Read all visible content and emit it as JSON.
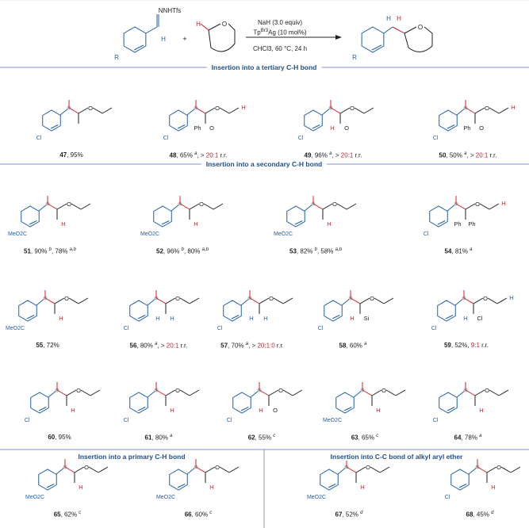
{
  "scheme": {
    "reagent1_label": "NNHTfs",
    "reagent1_h": "H",
    "r_label": "R",
    "plus": "+",
    "reagent2_h": "H",
    "o_label": "O",
    "conditions_line1": "NaH (3.0 equiv)",
    "conditions_line2_pre": "Tp",
    "conditions_line2_sup": "Br3",
    "conditions_line2_post": "Ag (10 mol%)",
    "conditions_line3": "CHCl3, 60 °C, 24 h",
    "product_h1": "H",
    "product_h2": "H"
  },
  "sections": {
    "tertiary": "Insertion into a tertiary C-H bond",
    "secondary": "Insertion into a secondary C-H bond",
    "primary": "Insertion into a primary C-H bond",
    "cc": "Insertion into C-C bond of alkyl aryl ether"
  },
  "colors": {
    "aryl": "#1f5fa8",
    "bond_h": "#d0202a",
    "rule": "#8a8fd0",
    "text": "#222222"
  },
  "compounds": [
    {
      "sub": "Cl",
      "labels": [
        "O"
      ],
      "parts": [
        [
          "b",
          "47"
        ],
        [
          "t",
          ", 95%"
        ]
      ]
    },
    {
      "sub": "Cl",
      "labels": [
        "O",
        "O",
        "Ph",
        "H"
      ],
      "parts": [
        [
          "b",
          "48"
        ],
        [
          "t",
          ", 65% "
        ],
        [
          "sup",
          "a"
        ],
        [
          "t",
          ", > "
        ],
        [
          "red",
          "20:1"
        ],
        [
          "t",
          " r.r."
        ]
      ]
    },
    {
      "sub": "Cl",
      "labels": [
        "O",
        "O",
        "H"
      ],
      "parts": [
        [
          "b",
          "49"
        ],
        [
          "t",
          ", 96% "
        ],
        [
          "sup",
          "a"
        ],
        [
          "t",
          ", > "
        ],
        [
          "red",
          "20:1"
        ],
        [
          "t",
          " r.r."
        ]
      ]
    },
    {
      "sub": "Cl",
      "labels": [
        "O",
        "O",
        "Ph",
        "H"
      ],
      "parts": [
        [
          "b",
          "50"
        ],
        [
          "t",
          ", 50% "
        ],
        [
          "sup",
          "a"
        ],
        [
          "t",
          ", > "
        ],
        [
          "red",
          "20:1"
        ],
        [
          "t",
          " r.r."
        ]
      ]
    },
    {
      "sub": "MeO2C",
      "labels": [
        "O",
        "H"
      ],
      "parts": [
        [
          "b",
          "51"
        ],
        [
          "t",
          ", 90% "
        ],
        [
          "sup",
          "b"
        ],
        [
          "t",
          ", 78% "
        ],
        [
          "sup",
          "a,b"
        ]
      ]
    },
    {
      "sub": "MeO2C",
      "labels": [
        "O",
        "H"
      ],
      "parts": [
        [
          "b",
          "52"
        ],
        [
          "t",
          ", 96% "
        ],
        [
          "sup",
          "b"
        ],
        [
          "t",
          ", 80% "
        ],
        [
          "sup",
          "a,b"
        ]
      ]
    },
    {
      "sub": "MeO2C",
      "labels": [
        "O",
        "H"
      ],
      "parts": [
        [
          "b",
          "53"
        ],
        [
          "t",
          ", 82% "
        ],
        [
          "sup",
          "b"
        ],
        [
          "t",
          ", 58% "
        ],
        [
          "sup",
          "a,b"
        ]
      ]
    },
    {
      "sub": "Cl",
      "labels": [
        "O",
        "Ph",
        "Ph",
        "H"
      ],
      "parts": [
        [
          "b",
          "54"
        ],
        [
          "t",
          ", 81% "
        ],
        [
          "sup",
          "a"
        ]
      ]
    },
    {
      "sub": "MeO2C",
      "labels": [
        "O",
        "H"
      ],
      "parts": [
        [
          "b",
          "55"
        ],
        [
          "t",
          ", 72%"
        ]
      ]
    },
    {
      "sub": "Cl",
      "labels": [
        "O",
        "H",
        "H"
      ],
      "parts": [
        [
          "b",
          "56"
        ],
        [
          "t",
          ", 80% "
        ],
        [
          "sup",
          "a"
        ],
        [
          "t",
          ", > "
        ],
        [
          "red",
          "20:1"
        ],
        [
          "t",
          " r.r."
        ]
      ]
    },
    {
      "sub": "Cl",
      "labels": [
        "O",
        "H",
        "H"
      ],
      "parts": [
        [
          "b",
          "57"
        ],
        [
          "t",
          ", 70% "
        ],
        [
          "sup",
          "a"
        ],
        [
          "t",
          ", > "
        ],
        [
          "red",
          "20:1:0"
        ],
        [
          "t",
          " r.r."
        ]
      ]
    },
    {
      "sub": "Cl",
      "labels": [
        "O",
        "Si",
        "H"
      ],
      "parts": [
        [
          "b",
          "58"
        ],
        [
          "t",
          ", 60% "
        ],
        [
          "sup",
          "a"
        ]
      ]
    },
    {
      "sub": "Cl",
      "labels": [
        "O",
        "Cl",
        "H",
        "H"
      ],
      "parts": [
        [
          "b",
          "59"
        ],
        [
          "t",
          ", 52%, "
        ],
        [
          "red",
          "9:1"
        ],
        [
          "t",
          " r.r."
        ]
      ]
    },
    {
      "sub": "Cl",
      "labels": [
        "O",
        "H"
      ],
      "parts": [
        [
          "b",
          "60"
        ],
        [
          "t",
          ", 95%"
        ]
      ]
    },
    {
      "sub": "Cl",
      "labels": [
        "O",
        "H"
      ],
      "parts": [
        [
          "b",
          "61"
        ],
        [
          "t",
          ", 80% "
        ],
        [
          "sup",
          "a"
        ]
      ]
    },
    {
      "sub": "Cl",
      "labels": [
        "O",
        "O",
        "H"
      ],
      "parts": [
        [
          "b",
          "62"
        ],
        [
          "t",
          ", 55% "
        ],
        [
          "sup",
          "c"
        ]
      ]
    },
    {
      "sub": "MeO2C",
      "labels": [
        "O",
        "H"
      ],
      "parts": [
        [
          "b",
          "63"
        ],
        [
          "t",
          ", 65% "
        ],
        [
          "sup",
          "c"
        ]
      ]
    },
    {
      "sub": "Cl",
      "labels": [
        "O",
        "H"
      ],
      "parts": [
        [
          "b",
          "64"
        ],
        [
          "t",
          ", 78% "
        ],
        [
          "sup",
          "a"
        ]
      ]
    },
    {
      "sub": "MeO2C",
      "labels": [
        "O",
        "H"
      ],
      "parts": [
        [
          "b",
          "65"
        ],
        [
          "t",
          ", 62% "
        ],
        [
          "sup",
          "c"
        ]
      ]
    },
    {
      "sub": "MeO2C",
      "labels": [
        "O",
        "H"
      ],
      "parts": [
        [
          "b",
          "66"
        ],
        [
          "t",
          ", 60% "
        ],
        [
          "sup",
          "c"
        ]
      ]
    },
    {
      "sub": "MeO2C",
      "labels": [
        "O",
        "H"
      ],
      "parts": [
        [
          "b",
          "67"
        ],
        [
          "t",
          ", 52% "
        ],
        [
          "sup",
          "d"
        ]
      ]
    },
    {
      "sub": "Cl",
      "labels": [
        "O",
        "H"
      ],
      "parts": [
        [
          "b",
          "68"
        ],
        [
          "t",
          ", 45% "
        ],
        [
          "sup",
          "d"
        ]
      ]
    }
  ]
}
